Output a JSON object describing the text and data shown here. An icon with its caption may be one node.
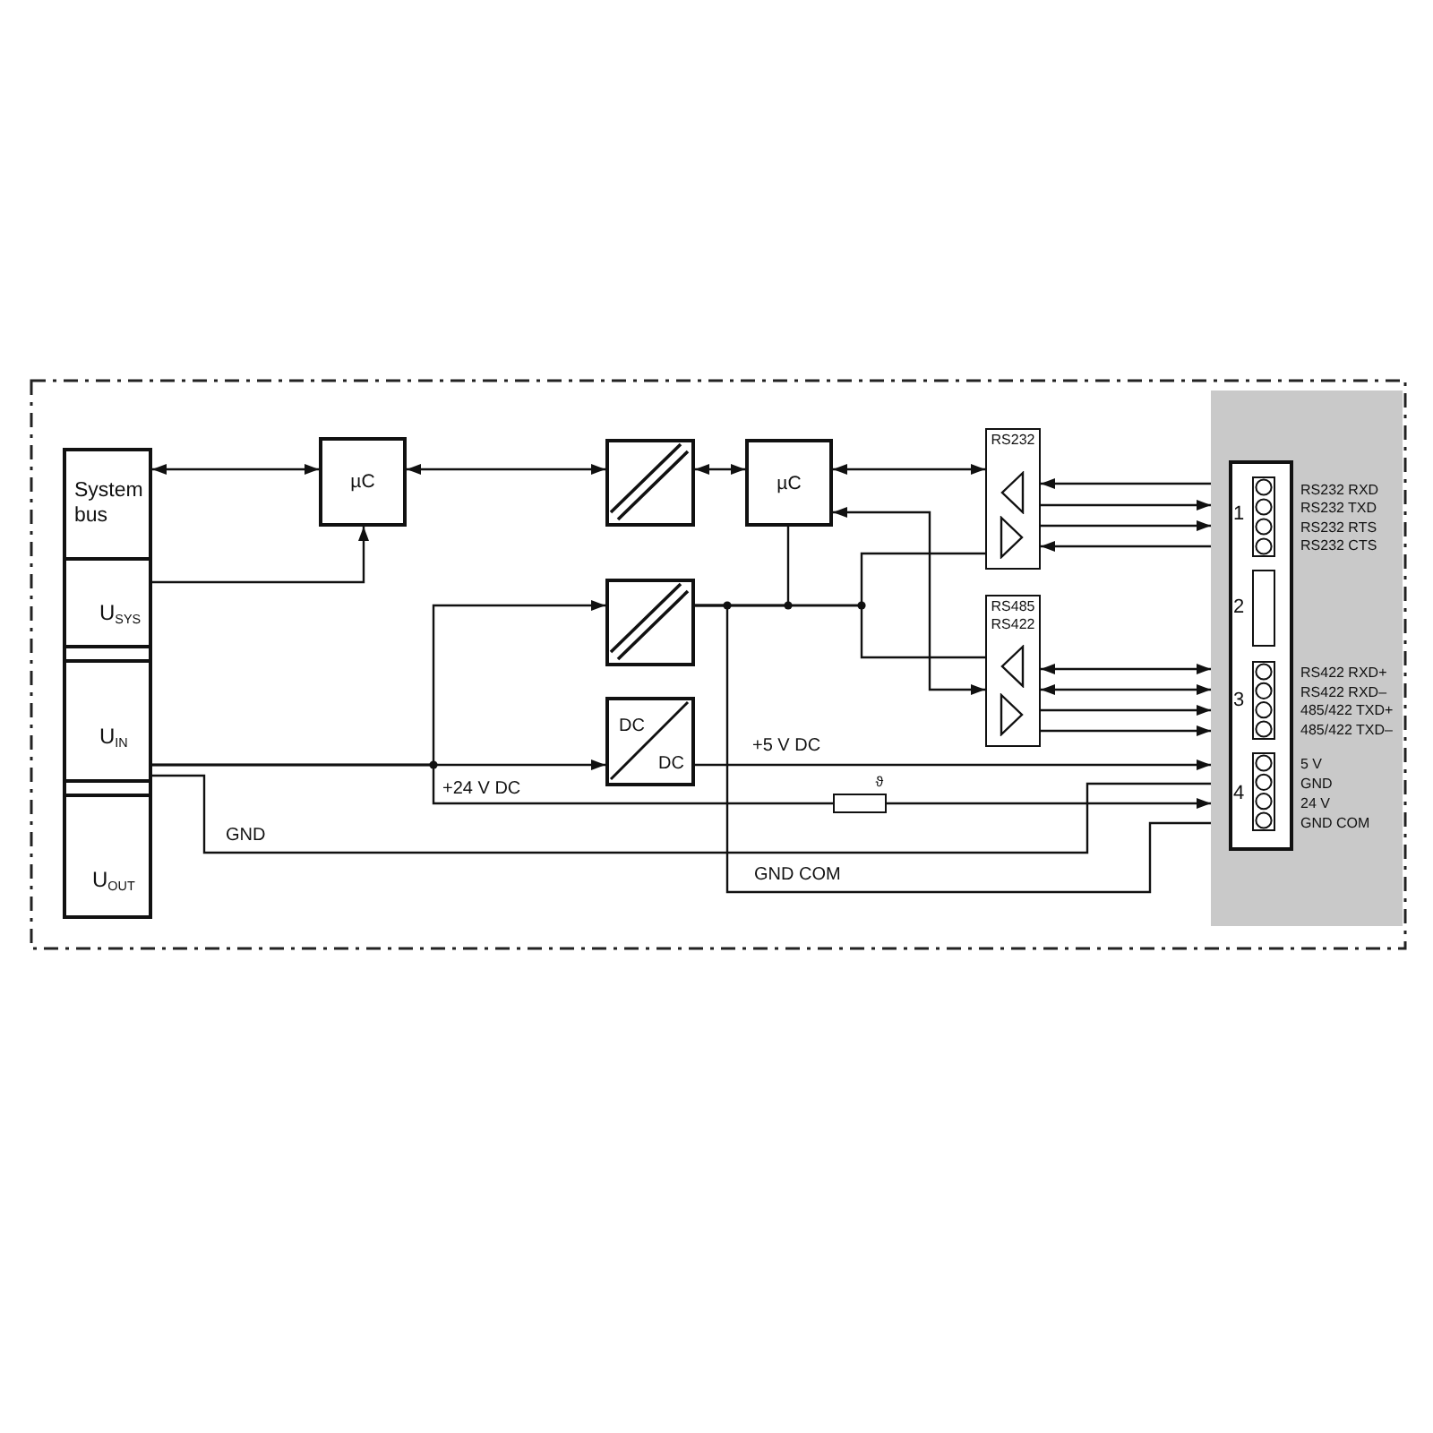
{
  "diagram": {
    "nodes": [
      {
        "text": [
          "System bus"
        ]
      },
      {
        "text": [
          "U$_{SYS}$"
        ]
      },
      {
        "text": [
          "U$_{IN}$"
        ]
      },
      {
        "text": [
          "U$_{OUT}$"
        ]
      },
      {
        "text": [
          "µC"
        ]
      },
      {
        "text": [],
        "shape": "box"
      },
      {
        "text": [
          "µC"
        ]
      },
      {
        "text": [
          "RS232"
        ]
      },
      {
        "text": [],
        "shape": "box"
      },
      {
        "text": [
          "RS485 RS422"
        ]
      },
      {
        "text": [
          "DC",
          "DC"
        ]
      },
      {
        "text": [],
        "shape": "box",
        "beside": [
          "ϑ"
        ]
      },
      {
        "text": [],
        "shape": "box"
      },
      {
        "text": [],
        "shape": "box",
        "in": 12
      },
      {
        "text": [],
        "shape": "box",
        "in": 13,
        "beside": [
          "1"
        ]
      },
      {
        "text": [],
        "shape": "box",
        "in": 13,
        "beside": [
          "2"
        ]
      },
      {
        "text": [],
        "shape": "box",
        "in": 13,
        "beside": [
          "3"
        ]
      },
      {
        "text": [],
        "shape": "box",
        "in": 13,
        "beside": [
          "4"
        ]
      }
    ],
    "edges": [
      {
        "from": 0,
        "to": 4,
        "arrow": "both"
      },
      {
        "from": 1,
        "to": 4,
        "arrow": "to"
      },
      {
        "from": 4,
        "to": 5,
        "arrow": "both"
      },
      {
        "from": 5,
        "to": 6,
        "arrow": "both"
      },
      {
        "from": 6,
        "to": 7,
        "arrow": "both"
      },
      {
        "from": 6,
        "to": 9,
        "arrow": "both"
      },
      {
        "from": 8,
        "to": 6,
        "arrow": "none"
      },
      {
        "from": 8,
        "to": 7,
        "arrow": "none"
      },
      {
        "from": 8,
        "to": 9,
        "arrow": "none"
      },
      {
        "from": 12,
        "to": 7,
        "arrow": "to"
      },
      {
        "from": 7,
        "to": 12,
        "arrow": "to"
      },
      {
        "from": 7,
        "to": 12,
        "arrow": "to"
      },
      {
        "from": 12,
        "to": 7,
        "arrow": "to"
      },
      {
        "from": 9,
        "to": 12,
        "arrow": "both"
      },
      {
        "from": 9,
        "to": 12,
        "arrow": "both"
      },
      {
        "from": 9,
        "to": 12,
        "arrow": "to"
      },
      {
        "from": 9,
        "to": 12,
        "arrow": "to"
      },
      {
        "from": 2,
        "to": 10,
        "arrow": "to"
      },
      {
        "from": 2,
        "to": 8,
        "arrow": "to"
      },
      {
        "from": 10,
        "to": 12,
        "arrow": "to",
        "label": "+5 V DC"
      },
      {
        "from": 2,
        "to": 11,
        "arrow": "none",
        "label": "+24 V DC"
      },
      {
        "from": 11,
        "to": 12,
        "arrow": "to"
      },
      {
        "from": 2,
        "to": 12,
        "arrow": "none",
        "label": "GND"
      },
      {
        "from": 8,
        "to": 12,
        "arrow": "none",
        "label": "GND COM"
      }
    ],
    "labels": [
      "RS232 RXD",
      "RS232 TXD",
      "RS232 RTS",
      "RS232 CTS",
      "RS422 RXD+",
      "RS422 RXD–",
      "485/422 TXD+",
      "485/422 TXD–",
      "5 V",
      "GND",
      "24 V",
      "GND COM"
    ]
  }
}
